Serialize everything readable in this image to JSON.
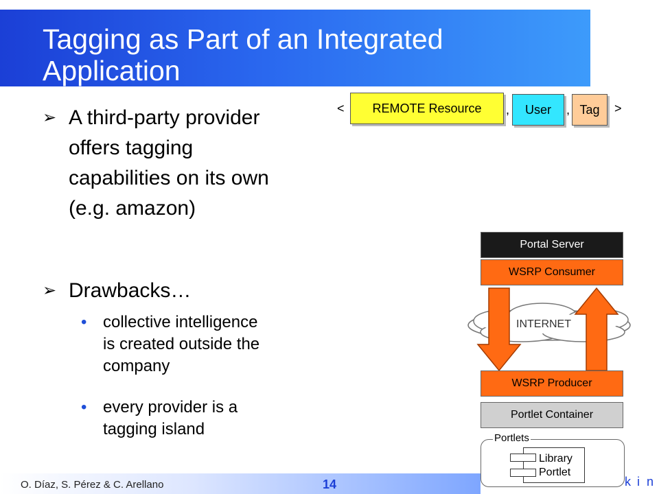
{
  "slide": {
    "title_line1": "Tagging as Part of an Integrated",
    "title_line2": "Application",
    "bullet1": [
      "A third-party provider",
      "offers tagging",
      "capabilities on its own",
      "(e.g. amazon)"
    ],
    "bullet2": "Drawbacks…",
    "sub1": [
      "collective intelligence",
      "is created outside the",
      "company"
    ],
    "sub2": [
      "every provider is a",
      "tagging island"
    ],
    "triple": {
      "open": "<",
      "close": ">",
      "comma": ",",
      "resource": "REMOTE Resource",
      "user": "User",
      "tag": "Tag"
    },
    "diagram": {
      "portal_server": "Portal Server",
      "wsrp_consumer": "WSRP Consumer",
      "internet": "INTERNET",
      "wsrp_producer": "WSRP Producer",
      "portlet_container": "Portlet Container",
      "portlets": "Portlets",
      "library_portlet_line1": "Library",
      "library_portlet_line2": "Portlet"
    },
    "footer": {
      "authors": "O. Díaz, S. Pérez & C. Arellano",
      "page_number": "14"
    },
    "logo_letters": [
      "k",
      "i",
      "n"
    ],
    "colors": {
      "title_blue": "#1b3fd6",
      "resource_yellow": "#ffff33",
      "user_cyan": "#33e6ff",
      "tag_peach": "#ffcc99",
      "wsrp_orange": "#ff6a13",
      "portal_black": "#1a1a1a",
      "container_gray": "#d0d0d0"
    }
  }
}
